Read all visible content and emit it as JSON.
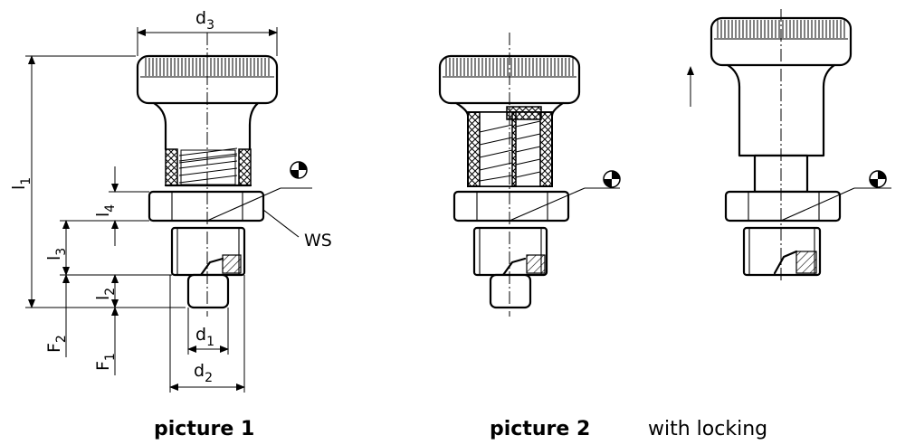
{
  "labels": {
    "d3_main": "d",
    "d3_sub": "3",
    "l1_main": "l",
    "l1_sub": "1",
    "l4_main": "l",
    "l4_sub": "4",
    "l3_main": "l",
    "l3_sub": "3",
    "l2_main": "l",
    "l2_sub": "2",
    "F2_main": "F",
    "F2_sub": "2",
    "F1_main": "F",
    "F1_sub": "1",
    "d1_main": "d",
    "d1_sub": "1",
    "d2_main": "d",
    "d2_sub": "2",
    "ws": "WS"
  },
  "captions": {
    "picture1": "picture 1",
    "picture2": "picture 2",
    "locking": "with locking"
  }
}
